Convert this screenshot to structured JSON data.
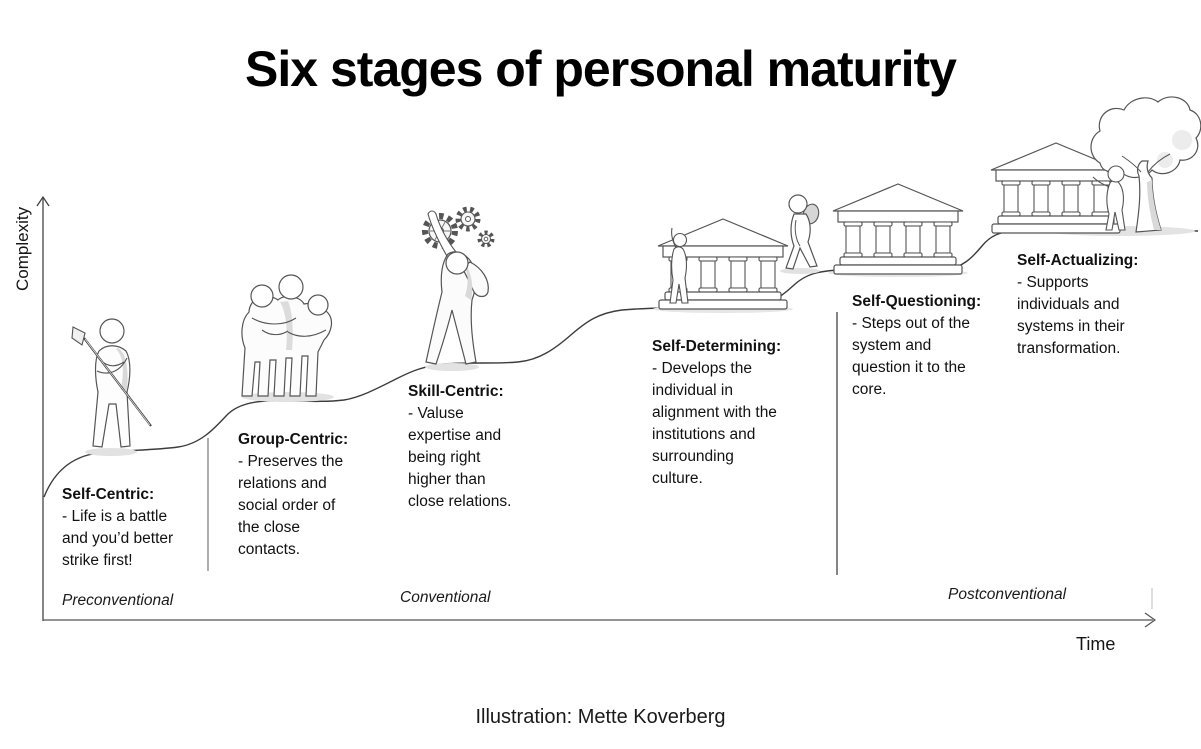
{
  "title": "Six stages of personal maturity",
  "credit": "Illustration: Mette Koverberg",
  "axes": {
    "y_label": "Complexity",
    "x_label": "Time"
  },
  "zones": [
    {
      "label": "Preconventional"
    },
    {
      "label": "Conventional"
    },
    {
      "label": "Postconventional"
    }
  ],
  "stages": [
    {
      "heading": "Self-Centric:",
      "body": "- Life is a battle\nand you’d better\nstrike first!",
      "icon": "warrior-with-spear"
    },
    {
      "heading": "Group-Centric:",
      "body": "- Preserves the\nrelations and\nsocial order of\nthe close\ncontacts.",
      "icon": "three-figures-embracing"
    },
    {
      "heading": "Skill-Centric:",
      "body": "- Valuse\nexpertise and\nbeing right\nhigher than\nclose relations.",
      "icon": "figure-with-gears"
    },
    {
      "heading": "Self-Determining:",
      "body": "- Develops the\nindividual in\nalignment with the\ninstitutions and\nsurrounding\nculture.",
      "icon": "temple-with-climbing-figure"
    },
    {
      "heading": "Self-Questioning:",
      "body": "- Steps out of the\nsystem and\nquestion it to the\ncore.",
      "icon": "figure-with-bag-leaving-temple"
    },
    {
      "heading": "Self-Actualizing:",
      "body": "- Supports\nindividuals and\nsystems in their\ntransformation.",
      "icon": "temple-with-tree-and-figure"
    }
  ],
  "colors": {
    "ink": "#111111",
    "line": "#3c3c3c",
    "shade": "#dcdcdc",
    "background": "#ffffff"
  }
}
